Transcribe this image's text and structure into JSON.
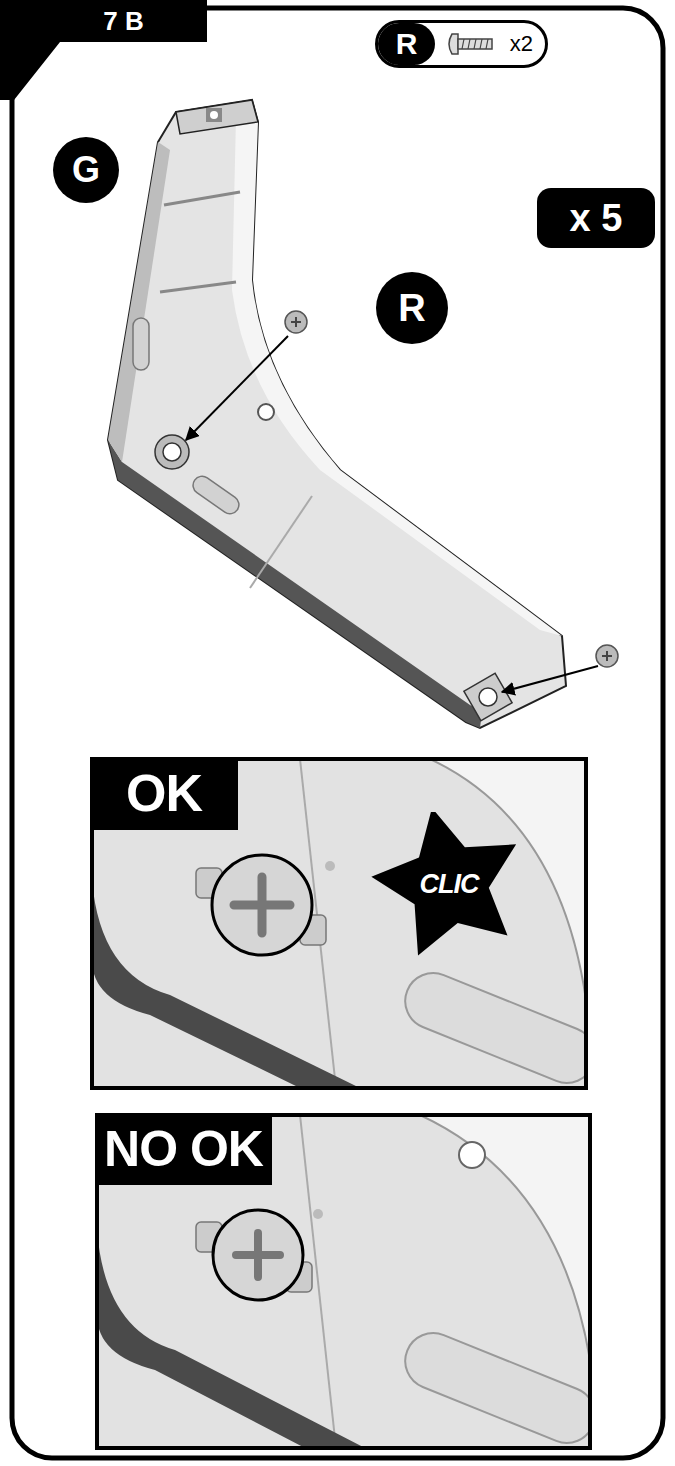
{
  "diagram": {
    "nodes": [
      {
        "text": [
          "7 B"
        ]
      },
      {
        "text": [
          "R",
          "x2"
        ]
      },
      {
        "text": [
          "G"
        ]
      },
      {
        "text": [
          "x 5"
        ]
      },
      {
        "text": [
          "R"
        ]
      },
      {
        "text": [
          "OK"
        ]
      },
      {
        "text": [
          "CLIC"
        ],
        "in": 5
      },
      {
        "text": [
          "NO OK"
        ]
      }
    ]
  }
}
